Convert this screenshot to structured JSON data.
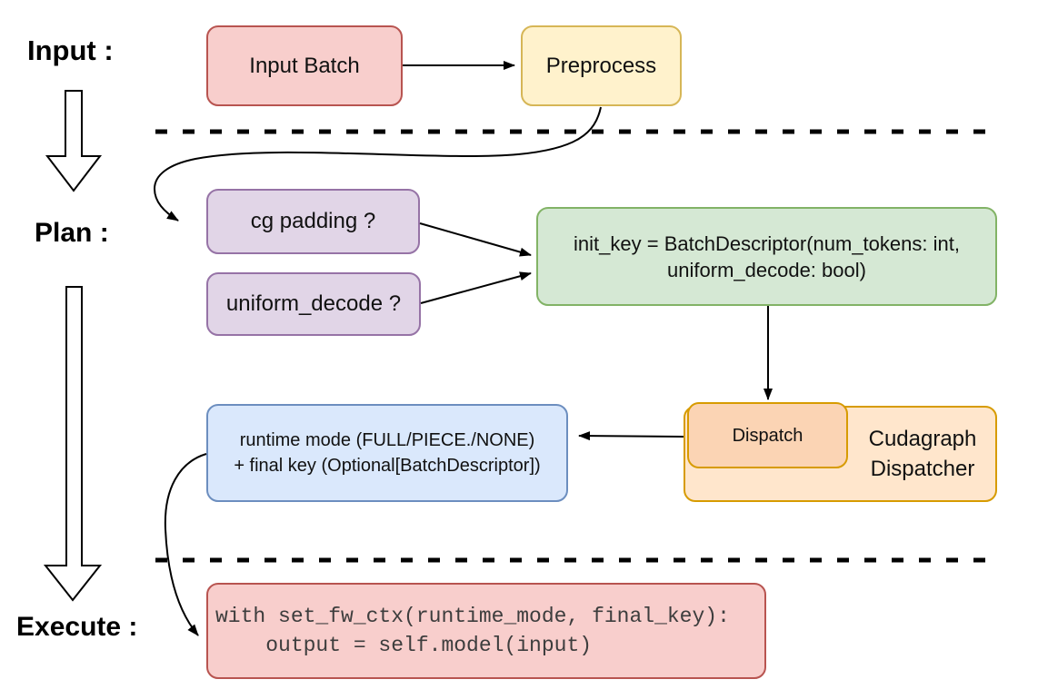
{
  "colors": {
    "pink_fill": "#f8cecc",
    "pink_stroke": "#b85450",
    "yellow_fill": "#fff2cc",
    "yellow_stroke": "#d6b656",
    "purple_fill": "#e1d5e7",
    "purple_stroke": "#9673a6",
    "green_fill": "#d5e8d4",
    "green_stroke": "#82b366",
    "blue_fill": "#dae8fc",
    "blue_stroke": "#6c8ebf",
    "orange_fill": "#ffe6cc",
    "orange_stroke": "#d79b00",
    "dispatch_fill": "#fbd4b4",
    "connector_color": "#000000"
  },
  "stages": {
    "input": {
      "label": "Input :"
    },
    "plan": {
      "label": "Plan :"
    },
    "execute": {
      "label": "Execute :"
    }
  },
  "nodes": {
    "input_batch": {
      "label": "Input Batch"
    },
    "preprocess": {
      "label": "Preprocess"
    },
    "cg_padding": {
      "label": "cg padding ?"
    },
    "uniform_decode": {
      "label": "uniform_decode ?"
    },
    "init_key": {
      "lines": [
        "init_key = BatchDescriptor(num_tokens: int,",
        "uniform_decode: bool)"
      ]
    },
    "runtime_mode_result": {
      "lines": [
        "runtime mode (FULL/PIECE./NONE)",
        "+ final key (Optional[BatchDescriptor])"
      ]
    },
    "dispatch": {
      "label": "Dispatch"
    },
    "cudagraph_dispatcher": {
      "lines": [
        "Cudagraph",
        "Dispatcher"
      ]
    },
    "execute_code": {
      "lines": [
        "with set_fw_ctx(runtime_mode, final_key):",
        "    output = self.model(input)"
      ]
    }
  }
}
